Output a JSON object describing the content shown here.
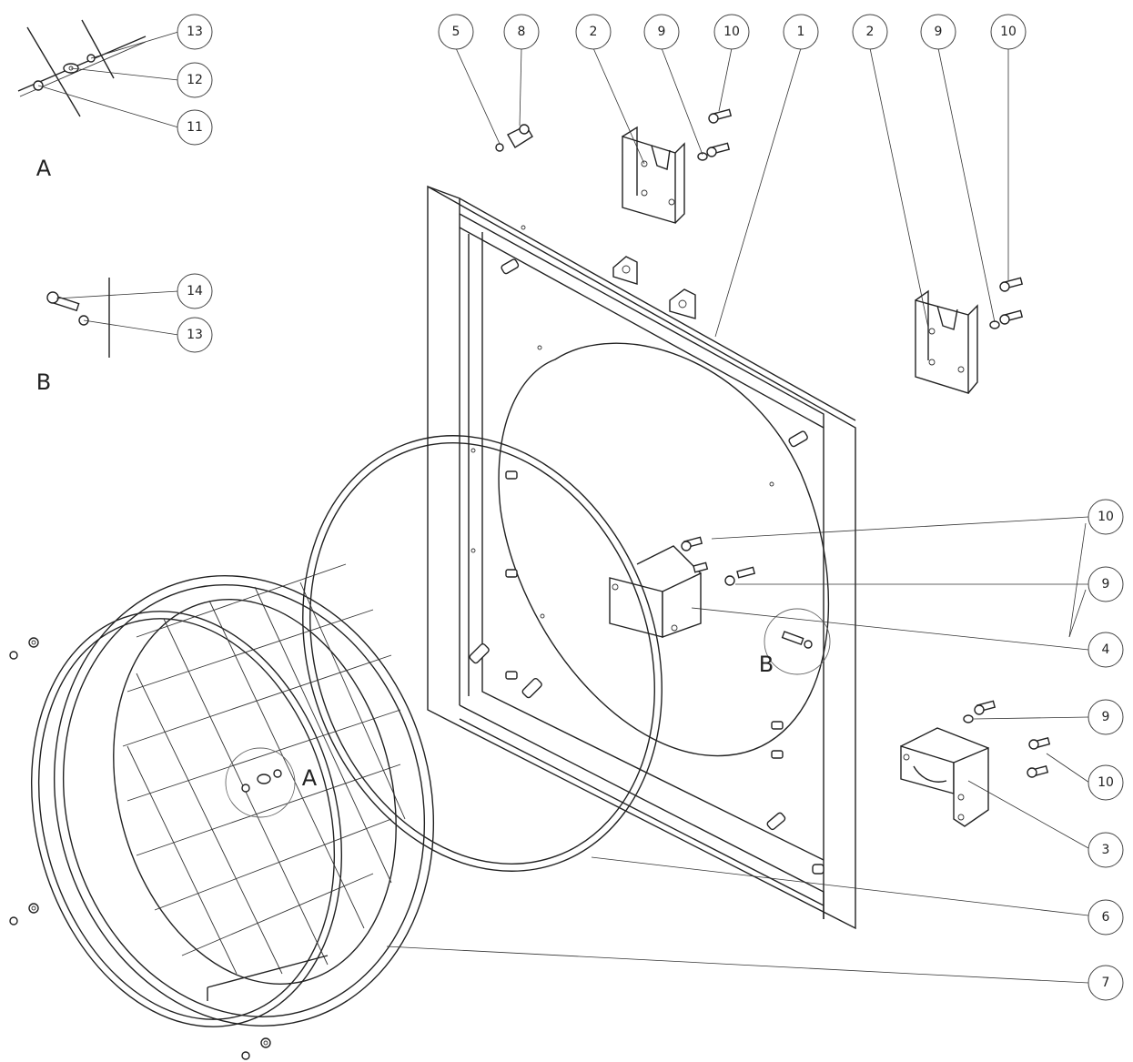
{
  "views": {
    "a": "A",
    "b": "B"
  },
  "balloons": {
    "b13_a": "13",
    "b12": "12",
    "b11": "11",
    "b14": "14",
    "b13_b": "13",
    "b5": "5",
    "b8": "8",
    "b2_left": "2",
    "b9_top_left": "9",
    "b10_top_left": "10",
    "b1": "1",
    "b2_right": "2",
    "b9_top_right": "9",
    "b10_top_right": "10",
    "b10_mid": "10",
    "b9_mid": "9",
    "b4": "4",
    "b9_low": "9",
    "b10_low": "10",
    "b3": "3",
    "b6": "6",
    "b7": "7"
  },
  "colors": {
    "line": "#222222",
    "balloon_stroke": "#444444",
    "background": "#ffffff"
  }
}
